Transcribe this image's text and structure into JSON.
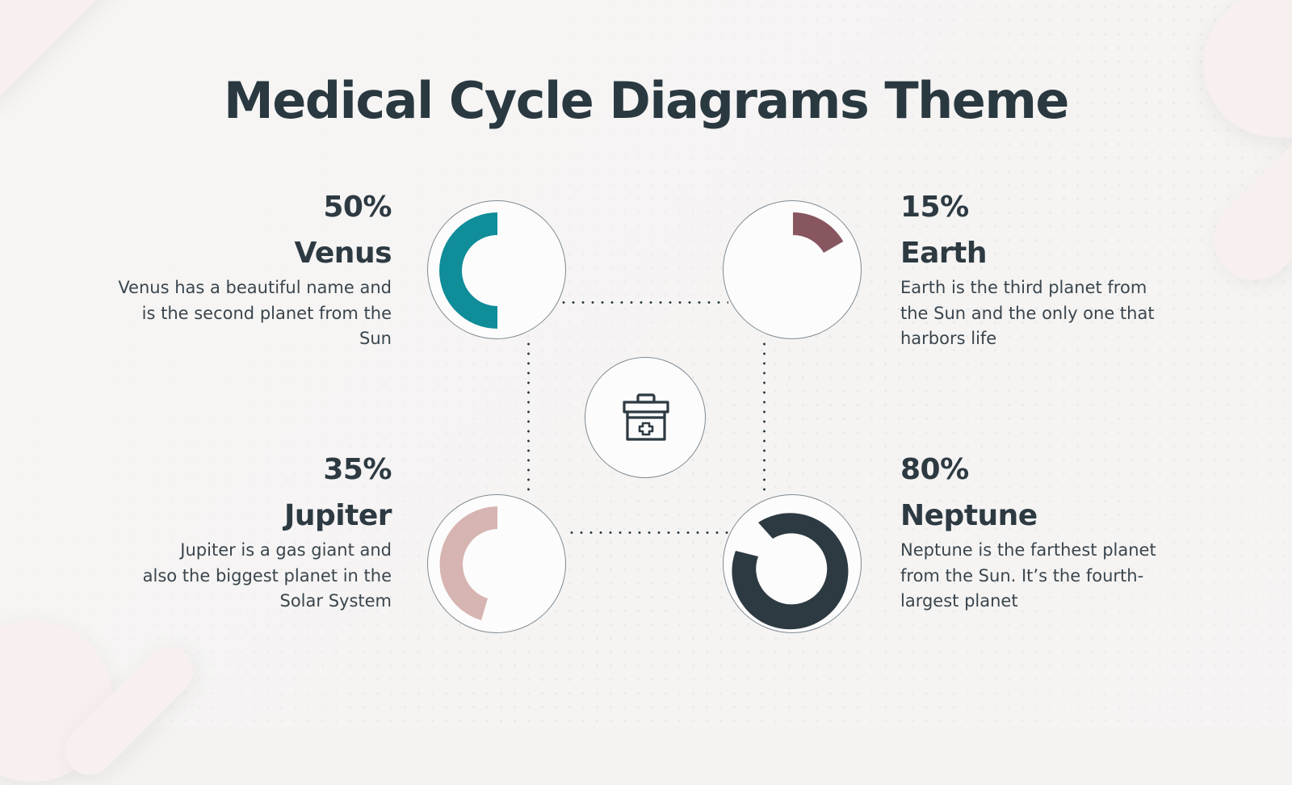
{
  "title": "Medical Cycle Diagrams Theme",
  "center_icon": "medical-kit-icon",
  "colors": {
    "venus": "#0f8d99",
    "earth": "#87565f",
    "jupiter": "#d6b4b2",
    "neptune": "#2d3a42",
    "text": "#2d3a42",
    "background": "#f4f3f2"
  },
  "items": [
    {
      "key": "venus",
      "percent": "50%",
      "name": "Venus",
      "description": "Venus has a beautiful name and is the second planet from the Sun"
    },
    {
      "key": "earth",
      "percent": "15%",
      "name": "Earth",
      "description": "Earth is the third planet from the Sun and the only one that harbors life"
    },
    {
      "key": "jupiter",
      "percent": "35%",
      "name": "Jupiter",
      "description": "Jupiter is a gas giant and also the biggest planet in the Solar System"
    },
    {
      "key": "neptune",
      "percent": "80%",
      "name": "Neptune",
      "description": "Neptune is the farthest planet from the Sun. It’s the fourth-largest planet"
    }
  ],
  "chart_data": {
    "type": "pie",
    "title": "Medical Cycle Diagrams Theme",
    "categories": [
      "Venus",
      "Earth",
      "Jupiter",
      "Neptune"
    ],
    "values": [
      50,
      15,
      35,
      80
    ],
    "unit": "%",
    "style": "four independent donut gauges arranged in a cycle around a central medical-kit icon"
  }
}
